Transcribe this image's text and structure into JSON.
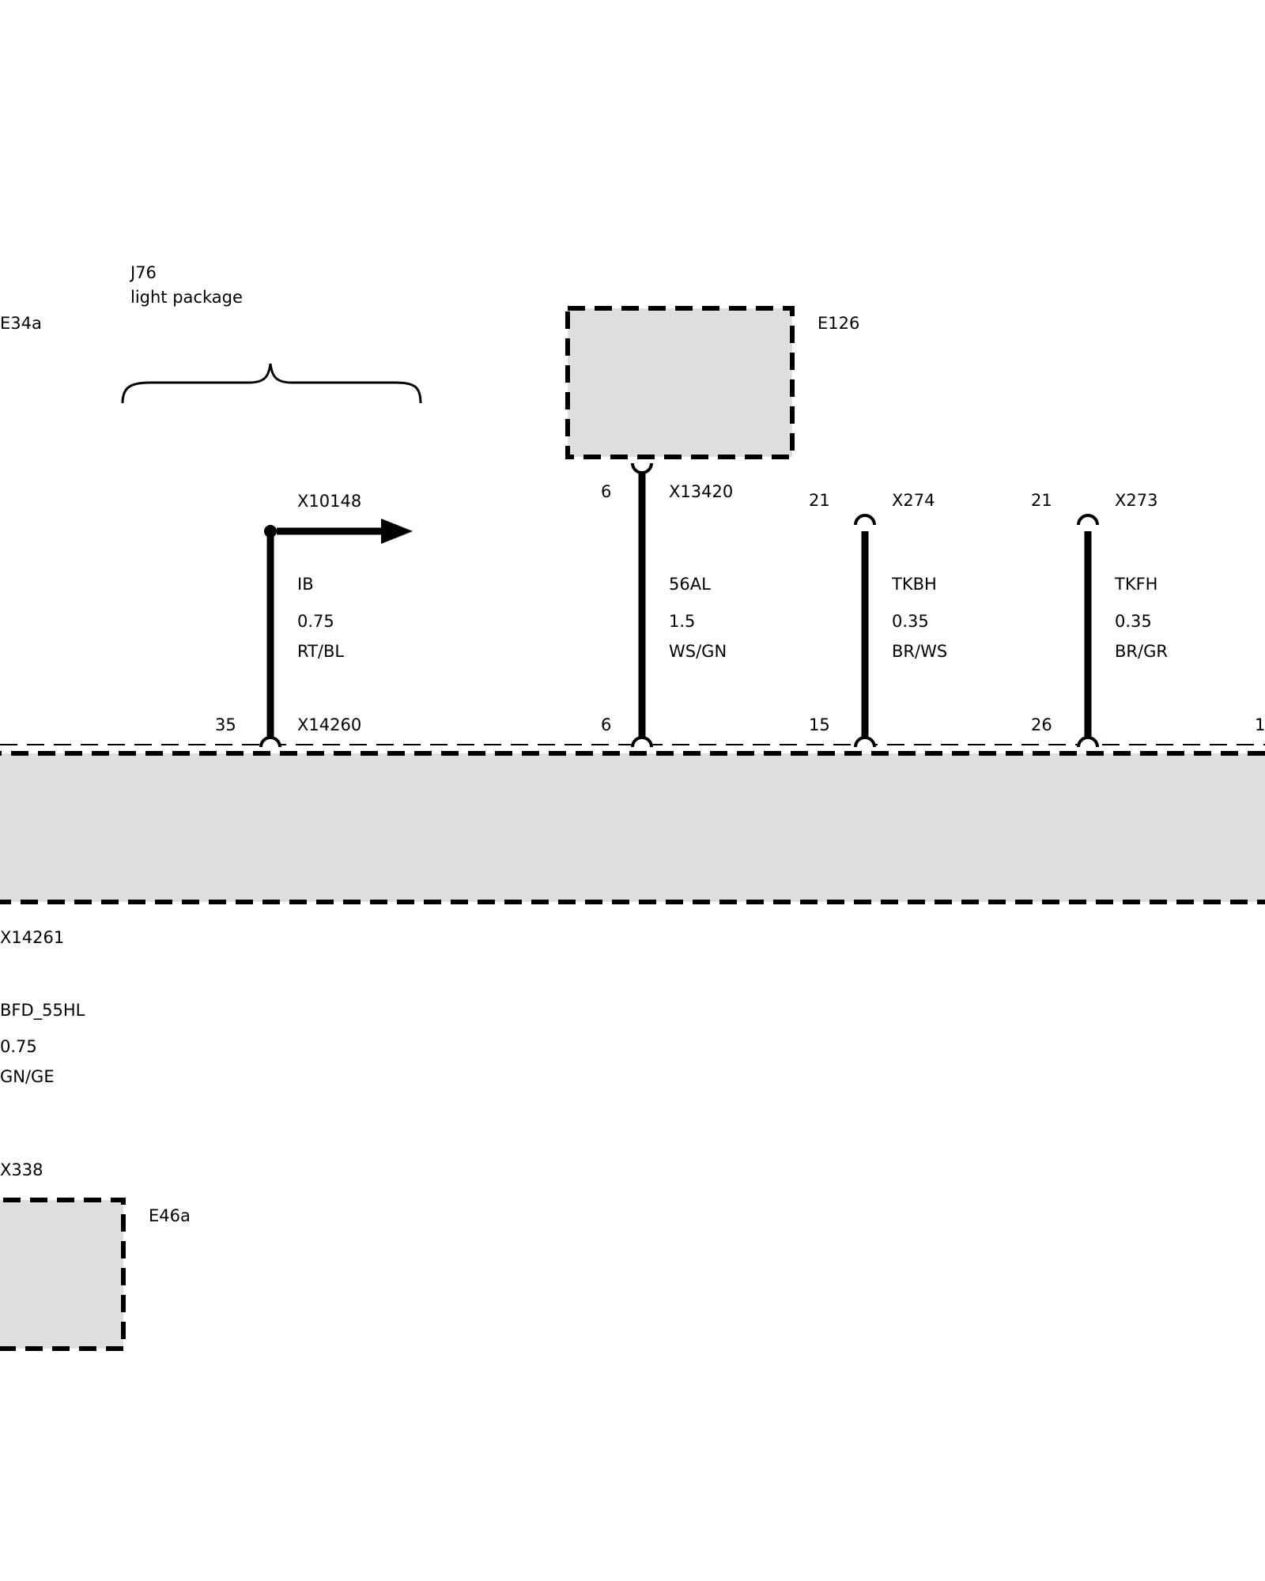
{
  "components": {
    "main_module": "E34a",
    "upper_module": "E126",
    "lower_module": "E46a"
  },
  "option": {
    "code": "J76",
    "description": "light package"
  },
  "connectors": {
    "x10148": "X10148",
    "x14260": "X14260",
    "x13420": "X13420",
    "x274": "X274",
    "x273": "X273",
    "x14261": "X14261",
    "x338": "X338"
  },
  "wires": [
    {
      "signal": "IB",
      "size": "0.75",
      "color": "RT/BL",
      "pin_bottom": "35"
    },
    {
      "signal": "56AL",
      "size": "1.5",
      "color": "WS/GN",
      "pin_top": "6",
      "pin_bottom": "6"
    },
    {
      "signal": "TKBH",
      "size": "0.35",
      "color": "BR/WS",
      "pin_top": "21",
      "pin_bottom": "15"
    },
    {
      "signal": "TKFH",
      "size": "0.35",
      "color": "BR/GR",
      "pin_top": "21",
      "pin_bottom": "26"
    },
    {
      "signal": "BFD_55HL",
      "size": "0.75",
      "color": "GN/GE"
    }
  ],
  "edge_pin_partial": "1"
}
